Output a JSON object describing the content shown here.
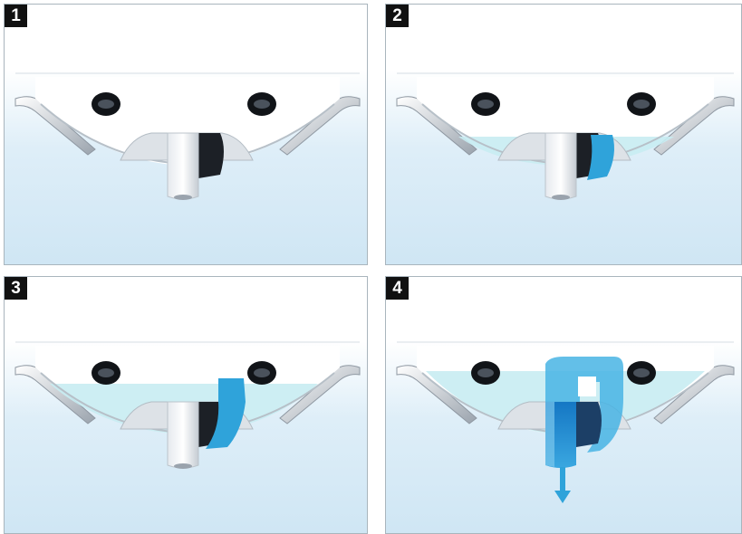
{
  "panels": [
    {
      "step": "1",
      "water_stage": "dry"
    },
    {
      "step": "2",
      "water_stage": "filling"
    },
    {
      "step": "3",
      "water_stage": "rising"
    },
    {
      "step": "4",
      "water_stage": "draining"
    }
  ],
  "colors": {
    "background_top": "#ffffff",
    "background_bottom": "#cfe6f4",
    "body_white": "#ffffff",
    "body_shade": "#dde2e7",
    "tray_water": "#c8ecf2",
    "channel_water": "#2fa3da",
    "deep_water": "#1577c4",
    "panel_border": "#a9b5bd",
    "badge": "#111111"
  },
  "icons": [
    "mounting-hole-icon",
    "spout-icon",
    "flow-arrow-icon"
  ]
}
